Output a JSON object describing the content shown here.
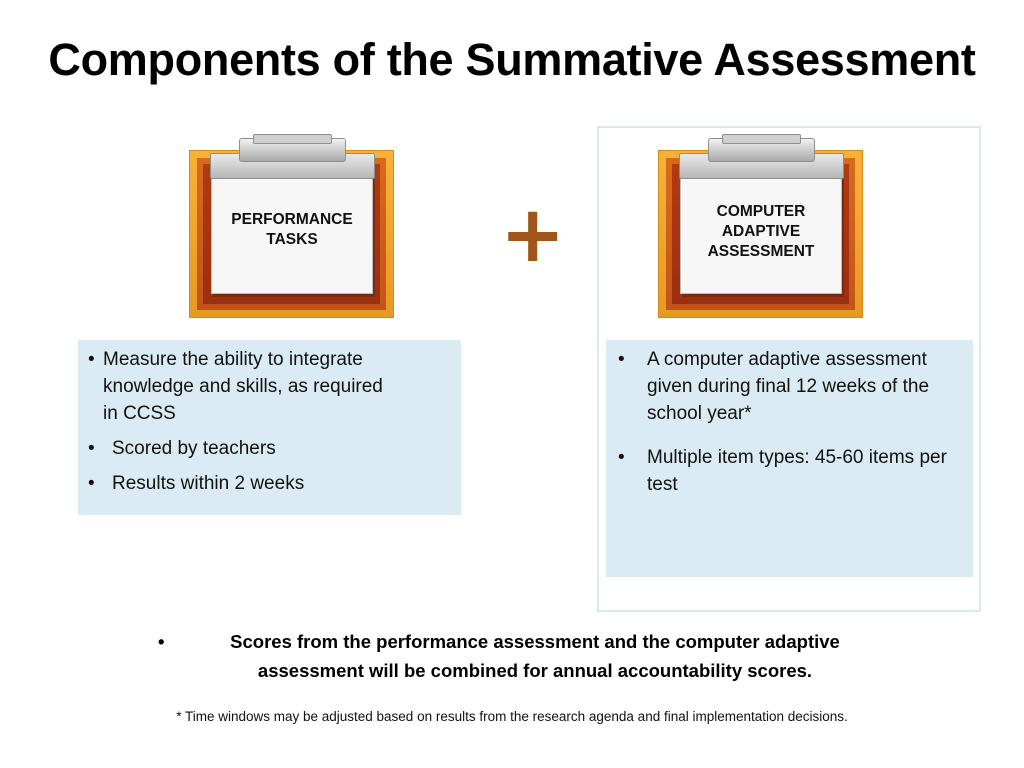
{
  "title": "Components of the Summative Assessment",
  "plus_symbol": "+",
  "clipboards": [
    {
      "label": "PERFORMANCE\nTASKS"
    },
    {
      "label": "COMPUTER\nADAPTIVE\nASSESSMENT"
    }
  ],
  "left_box": {
    "items": [
      "Measure the ability to integrate\n knowledge and skills, as required\n in CCSS",
      "Scored by teachers",
      "Results within 2 weeks"
    ]
  },
  "right_box": {
    "items": [
      "A computer adaptive assessment given during final 12 weeks of the school year*",
      "Multiple item types: 45-60 items per test"
    ]
  },
  "bullet_symbol": "•",
  "summary": "Scores from the performance assessment and the computer adaptive assessment will be combined for annual accountability scores.",
  "footnote": "* Time windows may be adjusted based on results from the research agenda and final implementation decisions.",
  "colors": {
    "plus": "#a0561a",
    "box_fill": "#daebf4",
    "frame_border": "#dbe8f1",
    "board_orange": "#f7b23a",
    "board_red": "#b23a12"
  }
}
